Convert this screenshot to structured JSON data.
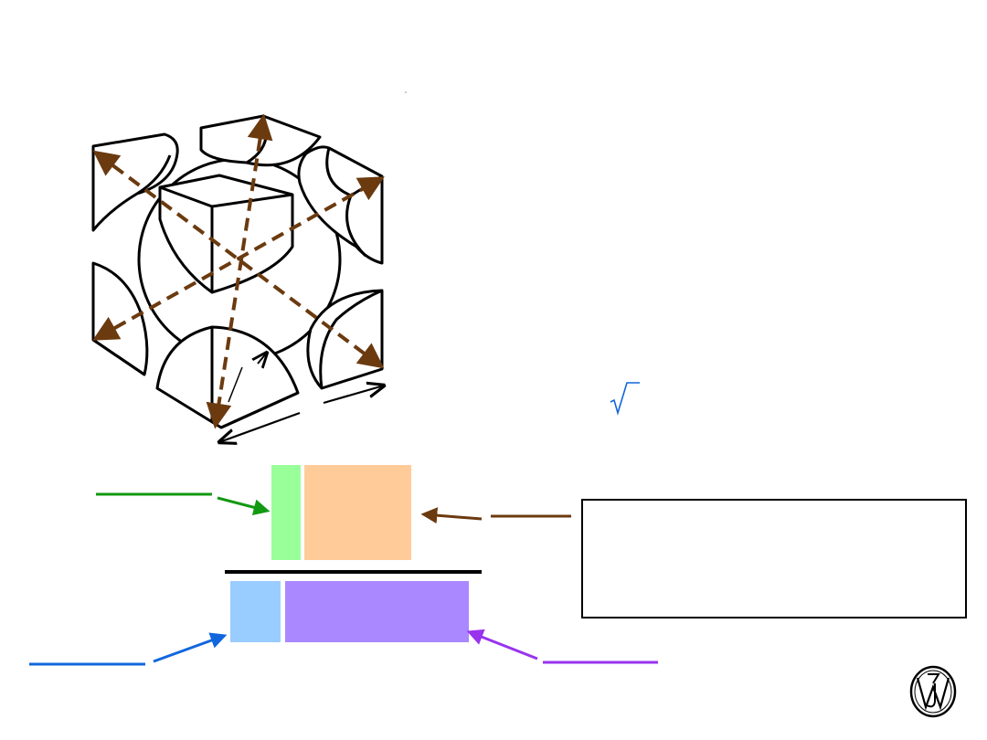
{
  "slide": {
    "background": "#ffffff"
  },
  "unit_cell": {
    "description_icon": "bcc-unit-cell-drawing",
    "diagonal_arrow_color": "#6b3a0f"
  },
  "fraction_boxes": {
    "numerator_left_color": "#99ff99",
    "numerator_right_color": "#ffcc99",
    "denominator_left_color": "#99ccff",
    "denominator_right_color": "#aa88ff"
  },
  "callouts": {
    "green_arrow_color": "#119911",
    "brown_arrow_color": "#6b3a0f",
    "blue_arrow_color": "#1166dd",
    "purple_arrow_color": "#9933ee"
  },
  "formula": {
    "sqrt_icon": "square-root-symbol",
    "sqrt_color": "#1166dd"
  },
  "logo": {
    "icon": "wiley-logo"
  }
}
